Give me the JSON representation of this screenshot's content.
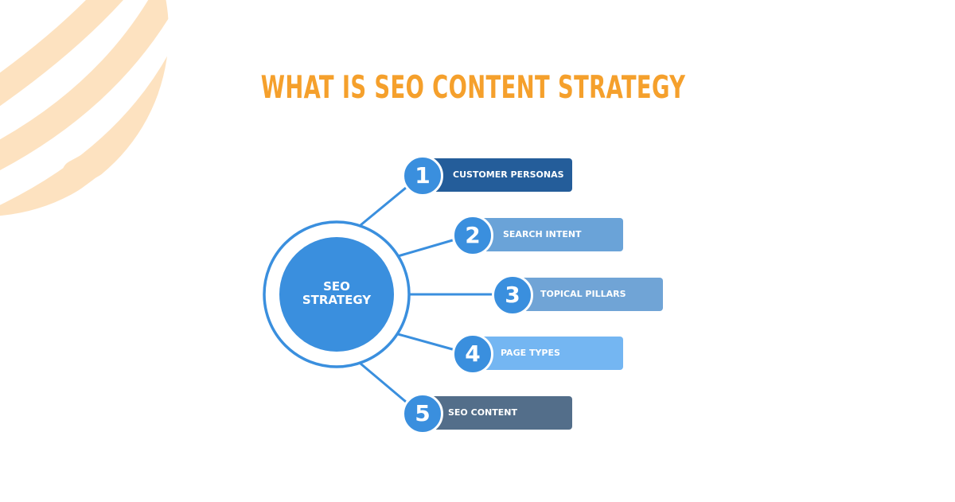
{
  "title": "WHAT IS SEO CONTENT STRATEGY",
  "hub": {
    "line1": "SEO",
    "line2": "STRATEGY"
  },
  "steps": [
    {
      "number": "1",
      "label": "CUSTOMER PERSONAS",
      "color": "#245d9a"
    },
    {
      "number": "2",
      "label": "SEARCH INTENT",
      "color": "#6aa3d8"
    },
    {
      "number": "3",
      "label": "TOPICAL PILLARS",
      "color": "#70a4d6"
    },
    {
      "number": "4",
      "label": "PAGE TYPES",
      "color": "#74b6f2"
    },
    {
      "number": "5",
      "label": "SEO CONTENT",
      "color": "#536e8a"
    }
  ],
  "colors": {
    "title": "#f5a02c",
    "hub": "#3a8fde",
    "badge": "#3a8fde",
    "decor": "#fde2c0"
  }
}
